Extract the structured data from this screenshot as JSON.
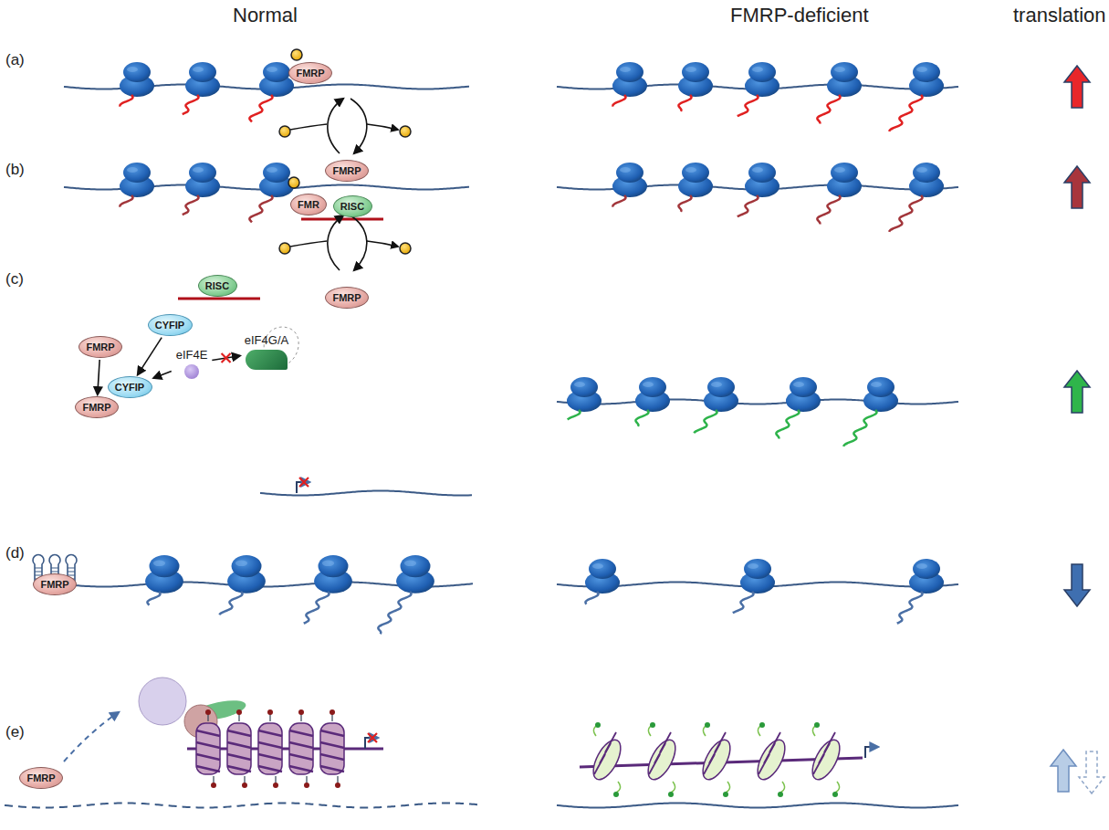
{
  "diagram": {
    "nodes": [
      {
        "text": [
          "FMRP"
        ]
      },
      {
        "text": [
          "FMRP"
        ]
      },
      {
        "text": [
          "FMR"
        ]
      },
      {
        "text": [
          "RISC"
        ]
      },
      {
        "text": [
          "RISC"
        ]
      },
      {
        "text": [
          "FMRP"
        ]
      },
      {
        "text": [
          "FMRP"
        ]
      },
      {
        "text": [
          "CYFIP"
        ]
      },
      {
        "text": [
          "CYFIP"
        ]
      },
      {
        "text": [
          "FMRP"
        ]
      },
      {
        "text": [
          "eIF4E"
        ]
      },
      {
        "text": [
          "eIF4G/A"
        ]
      },
      {
        "text": [
          "FMRP"
        ]
      },
      {
        "text": [
          "FMRP"
        ]
      }
    ],
    "edges": [
      {
        "from": 6,
        "to": 9,
        "arrow": "to"
      },
      {
        "from": 7,
        "to": 8,
        "arrow": "to"
      },
      {
        "from": 10,
        "to": 8,
        "arrow": "to"
      },
      {
        "from": 10,
        "to": 11,
        "arrow": "to"
      }
    ],
    "labels": [
      "Normal",
      "FMRP-deficient",
      "translation",
      "(a)",
      "(b)",
      "(c)",
      "(d)",
      "(e)"
    ]
  }
}
